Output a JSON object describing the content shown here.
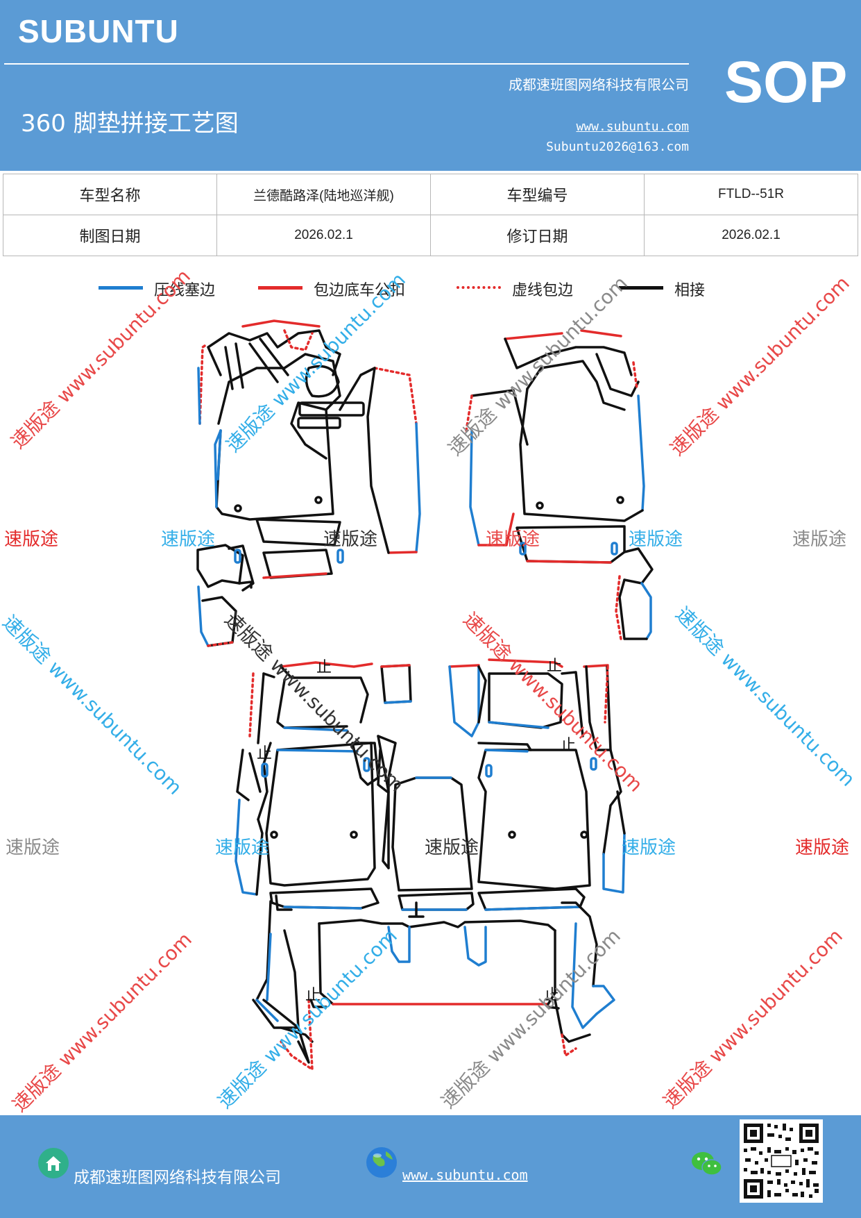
{
  "header": {
    "brand": "SUBUNTU",
    "company": "成都速班图网络科技有限公司",
    "title": "360 脚垫拼接工艺图",
    "website": "www.subuntu.com",
    "email": "Subuntu2026@163.com",
    "sop": "SOP"
  },
  "info_table": {
    "model_name_label": "车型名称",
    "model_name_value": "兰德酷路泽(陆地巡洋舰)",
    "model_code_label": "车型编号",
    "model_code_value": "FTLD--51R",
    "draw_date_label": "制图日期",
    "draw_date_value": "2026.02.1",
    "revise_date_label": "修订日期",
    "revise_date_value": "2026.02.1"
  },
  "legend": [
    {
      "label": "压线塞边",
      "color": "#1f7ed0",
      "style": "solid"
    },
    {
      "label": "包边底车公扣",
      "color": "#e32b2b",
      "style": "solid"
    },
    {
      "label": "虚线包边",
      "color": "#e32b2b",
      "style": "dotted"
    },
    {
      "label": "相接",
      "color": "#111111",
      "style": "solid"
    }
  ],
  "watermarks": {
    "brand": "速版途",
    "site": "www.subuntu.com",
    "brand_site": "速版途 www.subuntu.com",
    "stop_mark": "止"
  },
  "footer": {
    "company": "成都速班图网络科技有限公司",
    "website": "www.subuntu.com "
  },
  "colors": {
    "header_bg": "#5b9bd5",
    "blue": "#1f7ed0",
    "red": "#e32b2b",
    "black": "#111111",
    "wm_red": "#e84848",
    "wm_blue": "#33aee8",
    "wm_gray": "#8a8a8a"
  }
}
